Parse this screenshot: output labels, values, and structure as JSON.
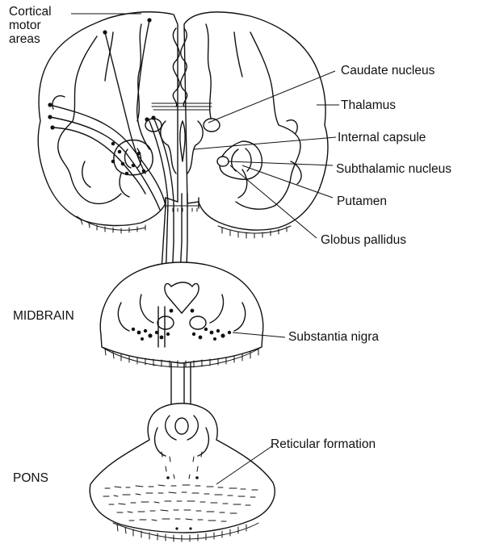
{
  "labels": {
    "cortical_motor_areas": [
      "Cortical",
      "motor",
      "areas"
    ],
    "caudate_nucleus": "Caudate nucleus",
    "thalamus": "Thalamus",
    "internal_capsule": "Internal capsule",
    "subthalamic_nucleus": "Subthalamic nucleus",
    "putamen": "Putamen",
    "globus_pallidus": "Globus pallidus",
    "midbrain": "MIDBRAIN",
    "substantia_nigra": "Substantia nigra",
    "reticular_formation": "Reticular formation",
    "pons": "PONS"
  }
}
